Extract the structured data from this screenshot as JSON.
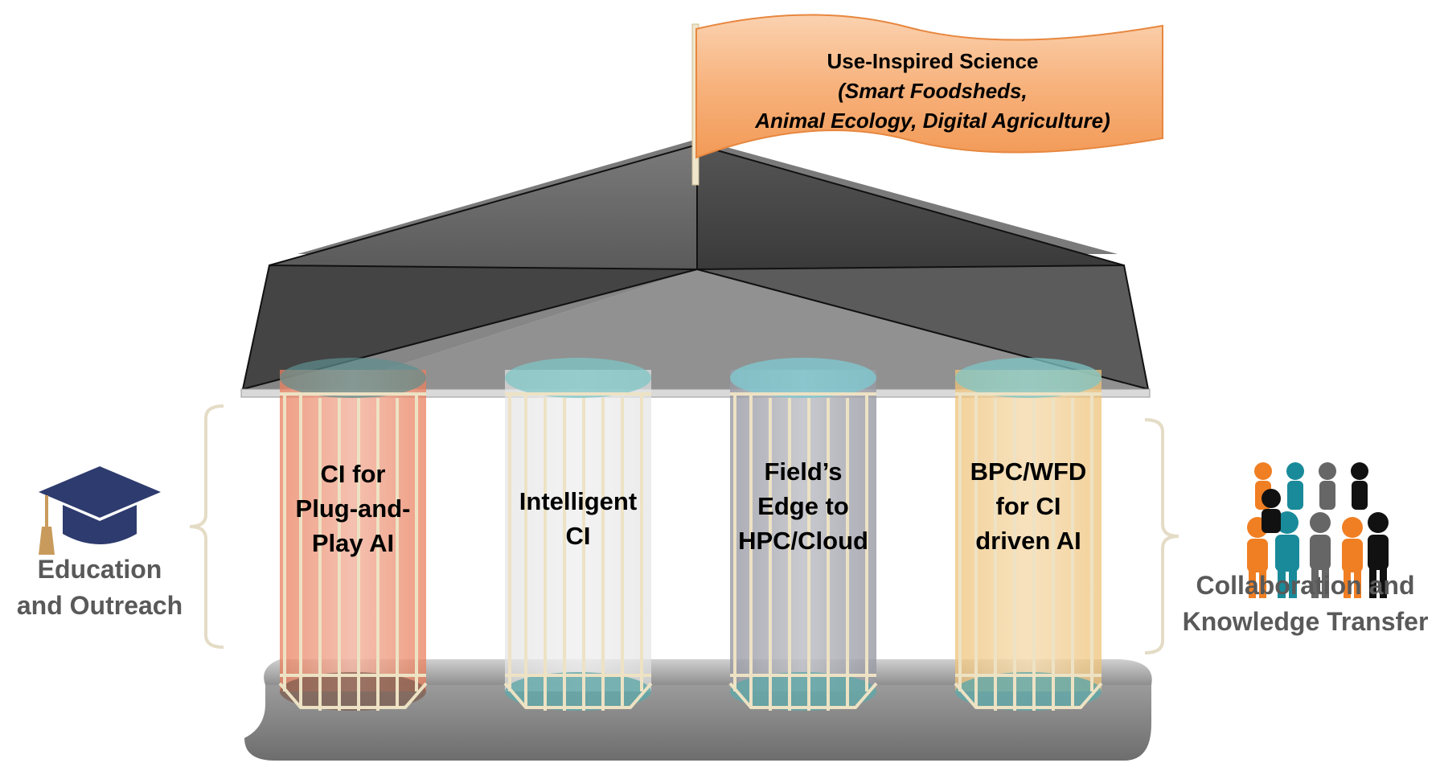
{
  "flag": {
    "title": "Use-Inspired Science",
    "subtitle_line1": "(Smart Foodsheds,",
    "subtitle_line2": "Animal Ecology, Digital Agriculture)",
    "color": "#f4a361"
  },
  "pillars": [
    {
      "line1": "CI for",
      "line2": "Plug-and-",
      "line3": "Play AI",
      "color": "#e97f5c"
    },
    {
      "line1": "Intelligent",
      "line2": "CI",
      "line3": "",
      "color": "#e4e4e4"
    },
    {
      "line1": "Field’s",
      "line2": "Edge to",
      "line3": "HPC/Cloud",
      "color": "#8f9199"
    },
    {
      "line1": "BPC/WFD",
      "line2": "for CI",
      "line3": "driven AI",
      "color": "#efc37a"
    }
  ],
  "left": {
    "line1": "Education",
    "line2": "and Outreach",
    "icon": "graduation-cap-icon"
  },
  "right": {
    "line1": "Collaboration and",
    "line2": "Knowledge Transfer",
    "icon": "people-group-icon"
  },
  "colors": {
    "roof": "#3f3f3f",
    "base": "#8c8c8c",
    "cap": "#7fc6c6",
    "bracket": "#e4dcc6",
    "orange": "#f07f23",
    "teal": "#198a9a",
    "gray": "#666666",
    "black": "#111111"
  }
}
